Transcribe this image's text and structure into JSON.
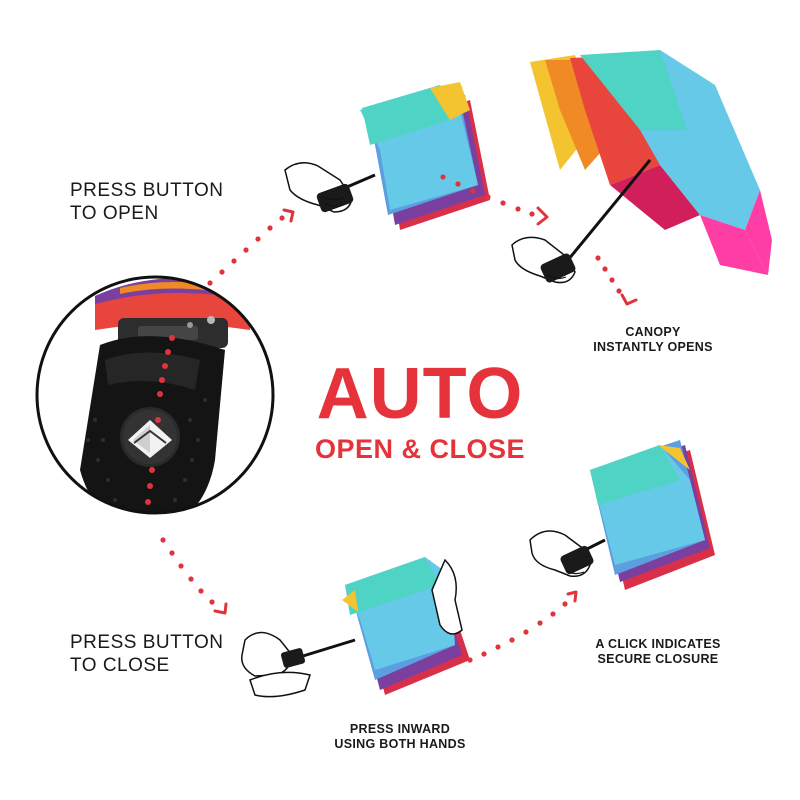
{
  "headline": {
    "title": "AUTO",
    "subtitle": "OPEN & CLOSE"
  },
  "steps": {
    "open_press": [
      "PRESS BUTTON",
      "TO OPEN"
    ],
    "canopy_opens": [
      "CANOPY",
      "INSTANTLY OPENS"
    ],
    "close_press": [
      "PRESS BUTTON",
      "TO CLOSE"
    ],
    "press_inward": [
      "PRESS INWARD",
      "USING BOTH HANDS"
    ],
    "click_secure": [
      "A CLICK INDICATES",
      "SECURE CLOSURE"
    ]
  },
  "colors": {
    "accent_red": "#e5323b",
    "dot_red": "#e0343c",
    "teal": "#4fd3c4",
    "sky_blue": "#66c9e8",
    "rainbow": [
      "#f4c430",
      "#f08a24",
      "#e8453c",
      "#d11f5b",
      "#ff3ea5",
      "#7b3fa0"
    ]
  },
  "icons": [
    "button-icon",
    "hand-icon",
    "umbrella-icon",
    "arrow-icon"
  ]
}
